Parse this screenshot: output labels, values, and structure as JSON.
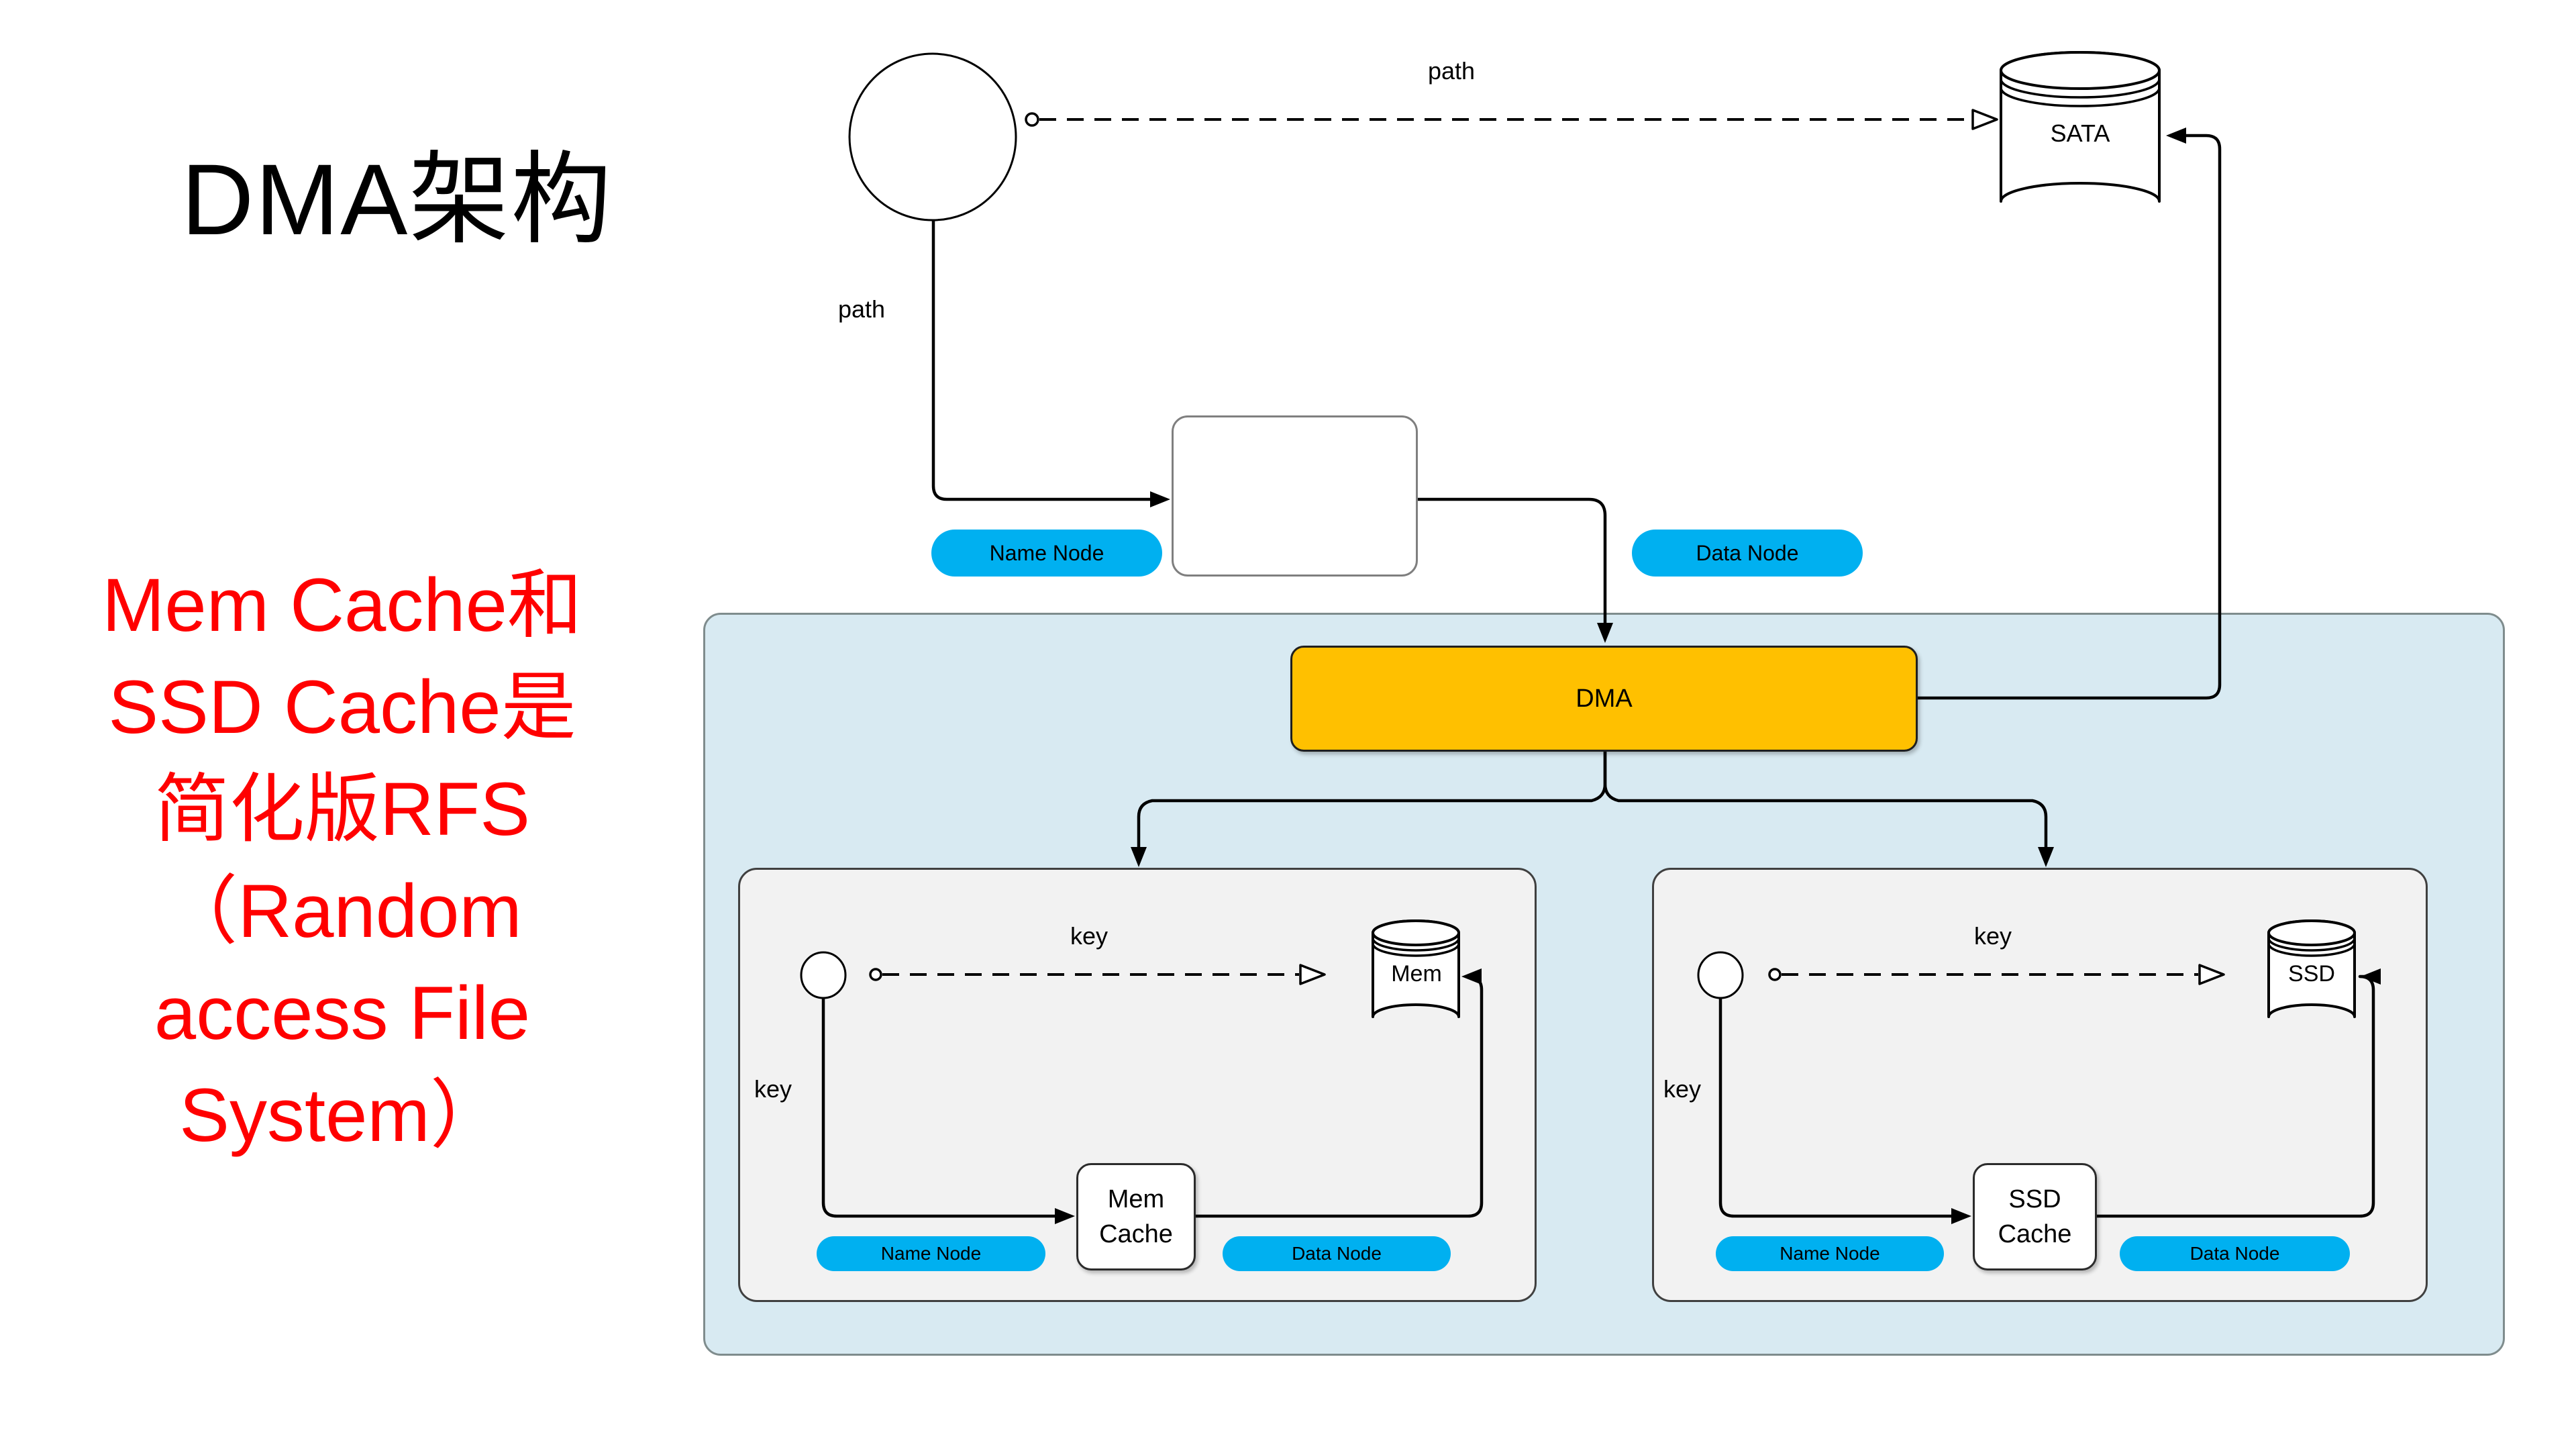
{
  "title": "DMA架构",
  "side_note": {
    "lines": [
      "Mem Cache和",
      "SSD Cache是",
      "简化版RFS",
      "（Random",
      "access File",
      "System）"
    ]
  },
  "top_flow": {
    "path_label_horizontal": "path",
    "path_label_vertical": "path",
    "sata_cylinder_label": "SATA",
    "name_node_pill": "Name Node",
    "data_node_pill": "Data Node"
  },
  "dma": {
    "label": "DMA"
  },
  "clusters": {
    "mem": {
      "key_label_horizontal": "key",
      "key_label_vertical": "key",
      "cylinder_label": "Mem",
      "cache_line1": "Mem",
      "cache_line2": "Cache",
      "name_node_pill": "Name Node",
      "data_node_pill": "Data Node"
    },
    "ssd": {
      "key_label_horizontal": "key",
      "key_label_vertical": "key",
      "cylinder_label": "SSD",
      "cache_line1": "SSD",
      "cache_line2": "Cache",
      "name_node_pill": "Name Node",
      "data_node_pill": "Data Node"
    }
  },
  "colors": {
    "pill_blue": "#00b0f0",
    "dma_orange": "#ffc000",
    "region_blue": "#d8eaf2",
    "cluster_gray": "#f2f2f2",
    "note_red": "#ff0000",
    "line_black": "#000000"
  }
}
